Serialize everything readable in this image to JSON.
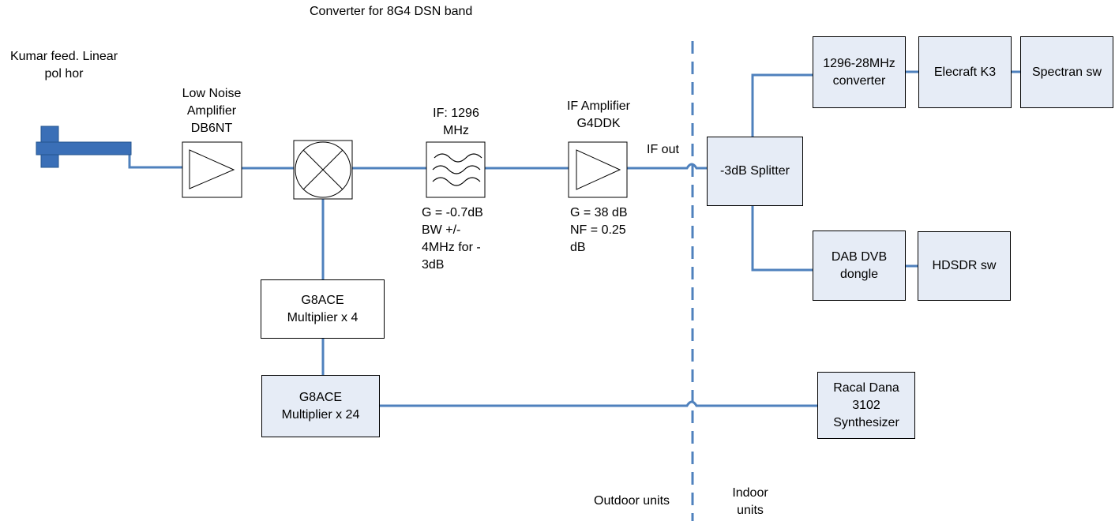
{
  "title": "Converter for 8G4 DSN band",
  "feed": {
    "label_line1": "Kumar feed. Linear",
    "label_line2": "pol hor"
  },
  "lna": {
    "line1": "Low Noise",
    "line2": "Amplifier",
    "line3": "DB6NT"
  },
  "filter": {
    "title_line1": "IF: 1296",
    "title_line2": "MHz",
    "spec_line1": "G = -0.7dB",
    "spec_line2": "BW +/-",
    "spec_line3": "4MHz for -",
    "spec_line4": "3dB"
  },
  "if_amp": {
    "title_line1": "IF Amplifier",
    "title_line2": "G4DDK",
    "spec_line1": "G = 38 dB",
    "spec_line2": "NF = 0.25",
    "spec_line3": "dB"
  },
  "if_out": "IF out",
  "mult4": {
    "line1": "G8ACE",
    "line2": "Multiplier x 4"
  },
  "mult24": {
    "line1": "G8ACE",
    "line2": "Multiplier x 24"
  },
  "splitter": "-3dB Splitter",
  "converter": {
    "line1": "1296-28MHz",
    "line2": "converter"
  },
  "k3": "Elecraft K3",
  "spectran": "Spectran sw",
  "dongle": {
    "line1": "DAB DVB",
    "line2": "dongle"
  },
  "hdsdr": "HDSDR sw",
  "synth": {
    "line1": "Racal Dana",
    "line2": "3102",
    "line3": "Synthesizer"
  },
  "outdoor": "Outdoor units",
  "indoor": {
    "line1": "Indoor",
    "line2": "units"
  },
  "colors": {
    "line": "#4f81bd",
    "box_fill": "#e6ecf6",
    "feed": "#3a6fb7"
  }
}
